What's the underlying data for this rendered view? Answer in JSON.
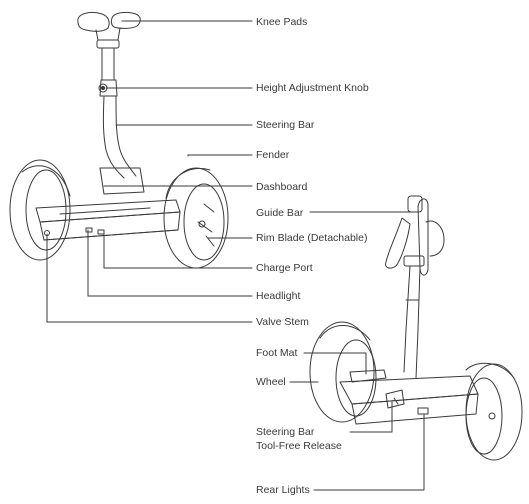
{
  "labels": {
    "knee_pads": "Knee Pads",
    "height_adjustment_knob": "Height Adjustment Knob",
    "steering_bar": "Steering Bar",
    "fender": "Fender",
    "dashboard": "Dashboard",
    "guide_bar": "Guide Bar",
    "rim_blade": "Rim Blade (Detachable)",
    "charge_port": "Charge Port",
    "headlight": "Headlight",
    "valve_stem": "Valve Stem",
    "foot_mat": "Foot Mat",
    "wheel": "Wheel",
    "steering_bar_release_line1": "Steering Bar",
    "steering_bar_release_line2": "Tool-Free Release",
    "rear_lights": "Rear Lights"
  },
  "colors": {
    "line": "#3a3a3a",
    "text": "#3a3a3a",
    "background": "#ffffff"
  }
}
